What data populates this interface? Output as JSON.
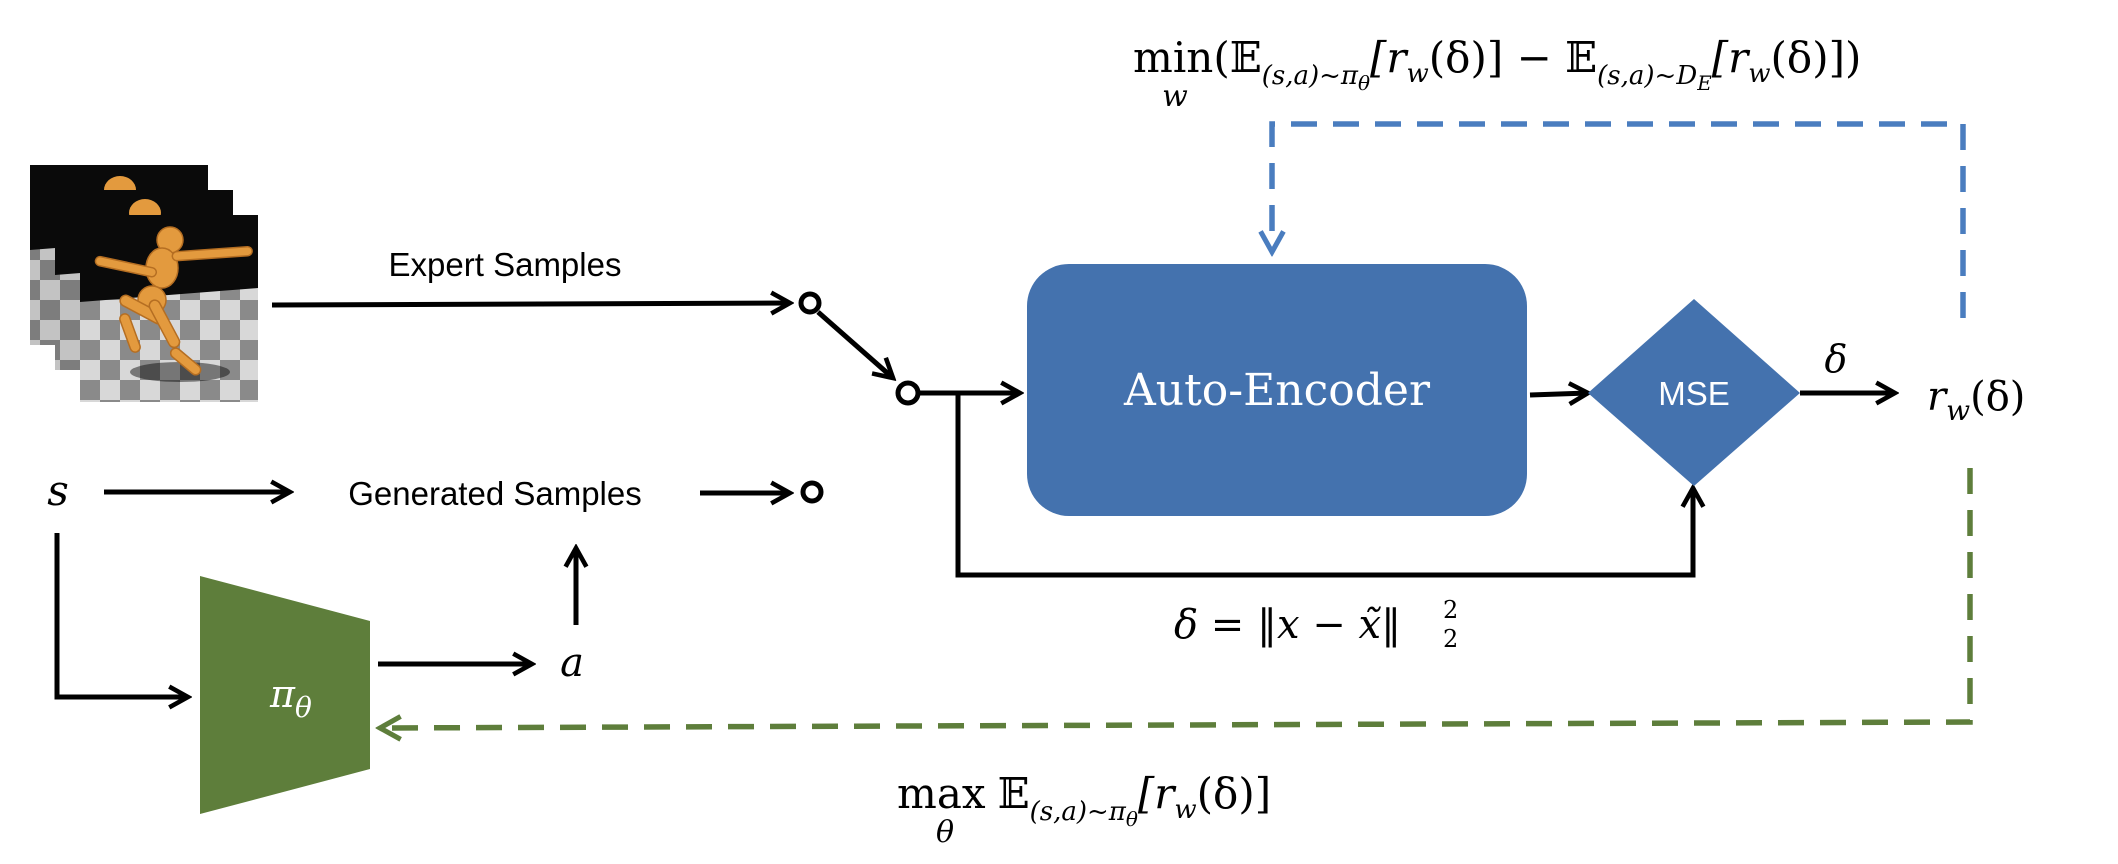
{
  "labels": {
    "expert_samples": "Expert Samples",
    "generated_samples": "Generated Samples",
    "auto_encoder": "Auto-Encoder",
    "mse": "MSE",
    "state": "s",
    "action": "a",
    "delta": "δ",
    "reward": "r",
    "reward_sub": "w",
    "reward_arg": "(δ)",
    "policy": "π",
    "policy_sub": "θ"
  },
  "equations": {
    "min_objective": {
      "op": "min",
      "op_sub": "w",
      "e1": "(𝔼",
      "e1_sub": "(s,a)~π",
      "e1_subsub": "θ",
      "r1": "[r",
      "r1_sub": "w",
      "r1_arg": "(δ)]",
      "minus": " − ",
      "e2": "𝔼",
      "e2_sub": "(s,a)~D",
      "e2_subsub": "E",
      "r2": "[r",
      "r2_sub": "w",
      "r2_arg": "(δ)])"
    },
    "delta_def": {
      "lhs": "δ = ‖x − x̃‖",
      "sup": "2",
      "sub": "2"
    },
    "max_objective": {
      "op": "max",
      "op_sub": "θ",
      "e": "𝔼",
      "e_sub": "(s,a)~π",
      "e_subsub": "θ",
      "r": "[r",
      "r_sub": "w",
      "r_arg": "(δ)]"
    }
  },
  "colors": {
    "autoencoder_fill": "#4472AE",
    "mse_fill": "#4472AE",
    "policy_fill": "#5E7E3B",
    "blue_dashed": "#4A7DBF",
    "green_dashed": "#5E7E3B",
    "arrow": "#000000",
    "frame_background": "#0a0a0a",
    "humanoid_body": "#E39A3E"
  },
  "icons": {
    "expert_frames": "humanoid-frames-icon"
  }
}
